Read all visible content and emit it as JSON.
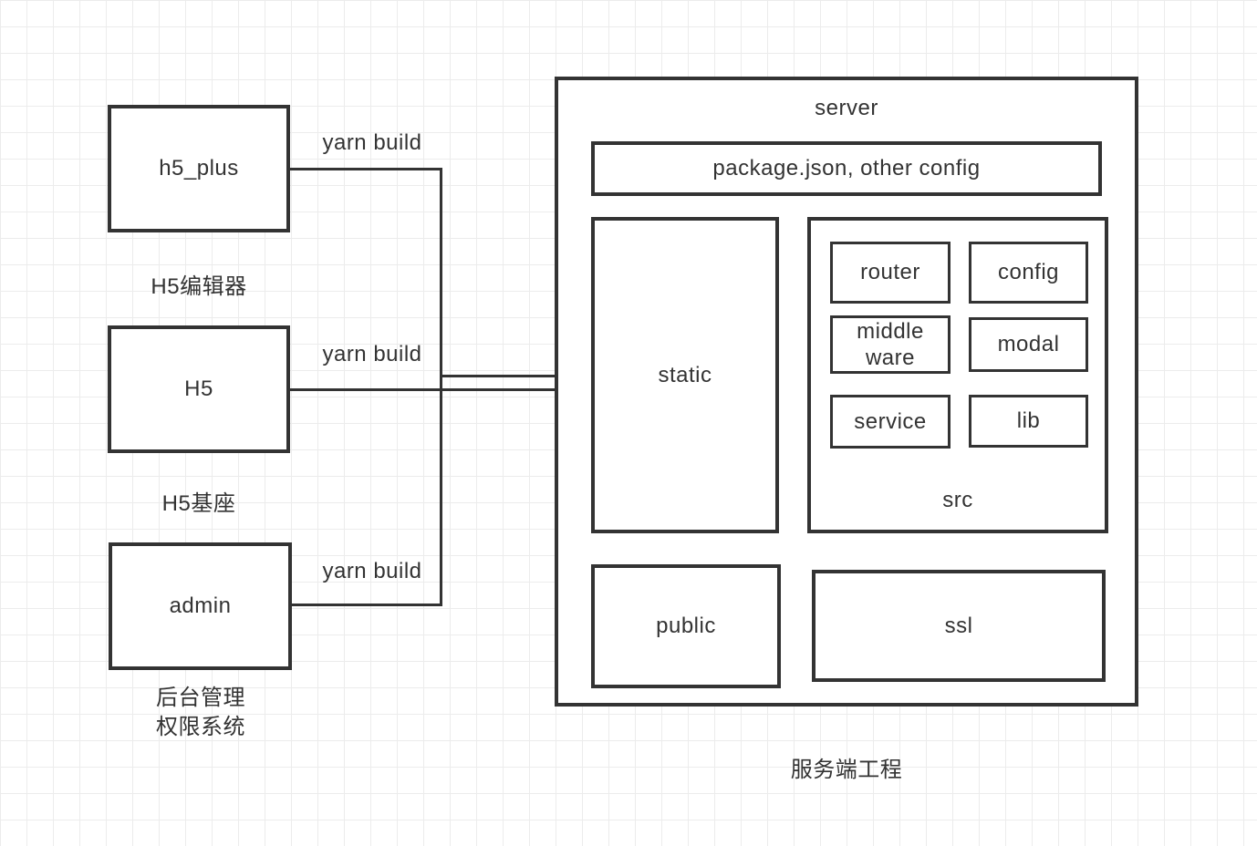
{
  "diagram": {
    "stroke_color": "#333333",
    "grid_color": "#ececec",
    "background_color": "#ffffff"
  },
  "clients": [
    {
      "label": "h5_plus",
      "caption": "H5编辑器",
      "edge_label": "yarn build"
    },
    {
      "label": "H5",
      "caption": "H5基座",
      "edge_label": "yarn build"
    },
    {
      "label": "admin",
      "caption": "后台管理\n权限系统",
      "edge_label": "yarn build"
    }
  ],
  "server": {
    "title": "server",
    "config_box_label": "package.json, other config",
    "static_label": "static",
    "src_label": "src",
    "modules": {
      "router": "router",
      "config": "config",
      "middleware": "middle\nware",
      "modal": "modal",
      "service": "service",
      "lib": "lib"
    },
    "public_label": "public",
    "ssl_label": "ssl",
    "caption": "服务端工程"
  }
}
